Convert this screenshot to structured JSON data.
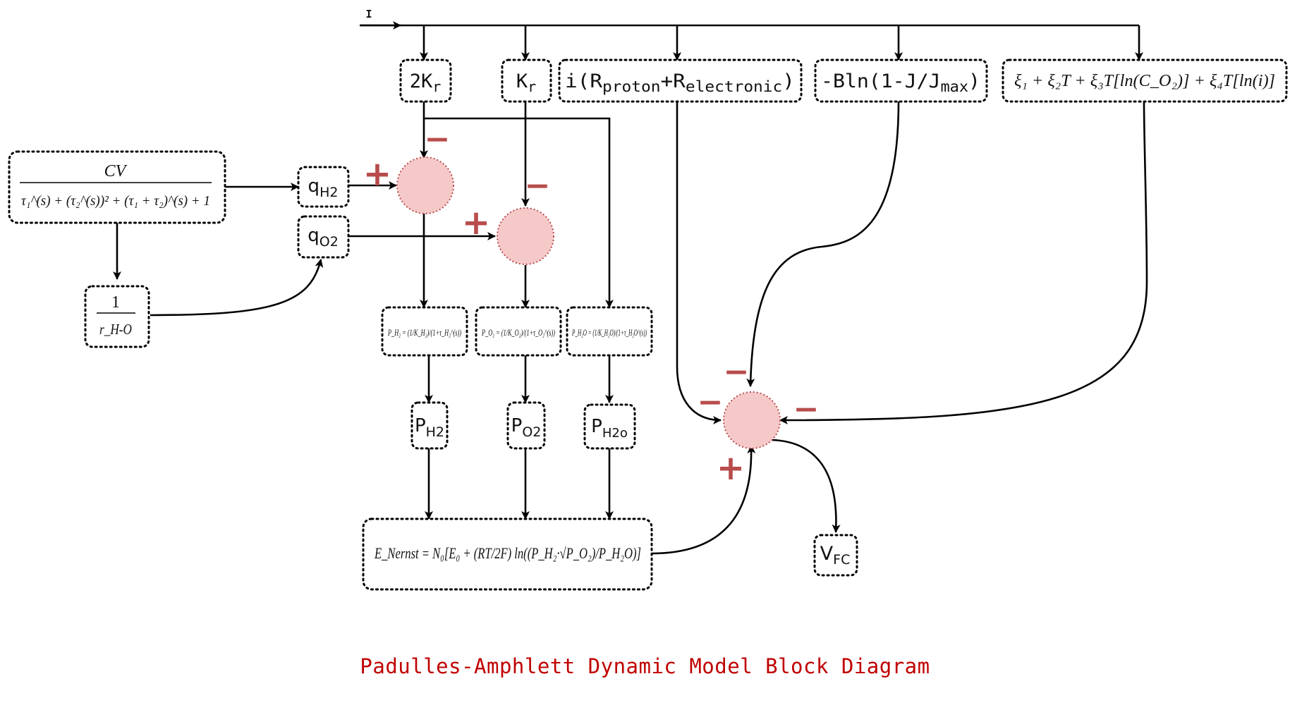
{
  "caption": "Padulles-Amphlett Dynamic Model Block Diagram",
  "colors": {
    "sum_fill": "#f6c9c9",
    "sum_stroke": "#b84c4c",
    "sign": "#b84c4c",
    "caption": "#c00000"
  },
  "input": {
    "label": "I"
  },
  "blocks": {
    "two_kr": {
      "main": "2K",
      "sub": "r"
    },
    "kr": {
      "main": "K",
      "sub": "r"
    },
    "ohmic": {
      "pre": "i(R",
      "sub1": "proton",
      "mid": "+R",
      "sub2": "electronic",
      "post": ")"
    },
    "conc": {
      "pre": "-Bln(1-J/J",
      "sub": "max",
      "post": ")"
    },
    "activation": {
      "formula": "ξ₁ + ξ₂T + ξ₃T[ln(C_O₂)] + ξ₄T[ln(i)]"
    },
    "transfer": {
      "num": "CV",
      "den": "τ₁^(s) + (τ₂^(s))² + (τ₁ + τ₂)^(s) + 1"
    },
    "ratio": {
      "num": "1",
      "den": "r_H-O"
    },
    "q_h2": {
      "main": "q",
      "sub": "H2"
    },
    "q_o2": {
      "main": "q",
      "sub": "O2"
    },
    "p_h2_tf": {
      "formula": "P_H₂ = (1/K_H₂)/(1+τ_H₂^(s))"
    },
    "p_o2_tf": {
      "formula": "P_O₂ = (1/K_O₂)/(1+τ_O₂^(s))"
    },
    "p_h2o_tf": {
      "formula": "P_H₂O = (1/K_H₂O)/(1+τ_H₂O^(s))"
    },
    "p_h2": {
      "main": "P",
      "sub": "H2"
    },
    "p_o2": {
      "main": "P",
      "sub": "O2"
    },
    "p_h2o": {
      "main": "P",
      "sub": "H2o"
    },
    "nernst": {
      "formula": "E_Nernst = N₀[E₀ + (RT/2F) ln((P_H₂·√P_O₂)/P_H₂O)]"
    },
    "vfc": {
      "main": "V",
      "sub": "FC"
    }
  },
  "signs": {
    "plus": "+",
    "minus": "−"
  }
}
